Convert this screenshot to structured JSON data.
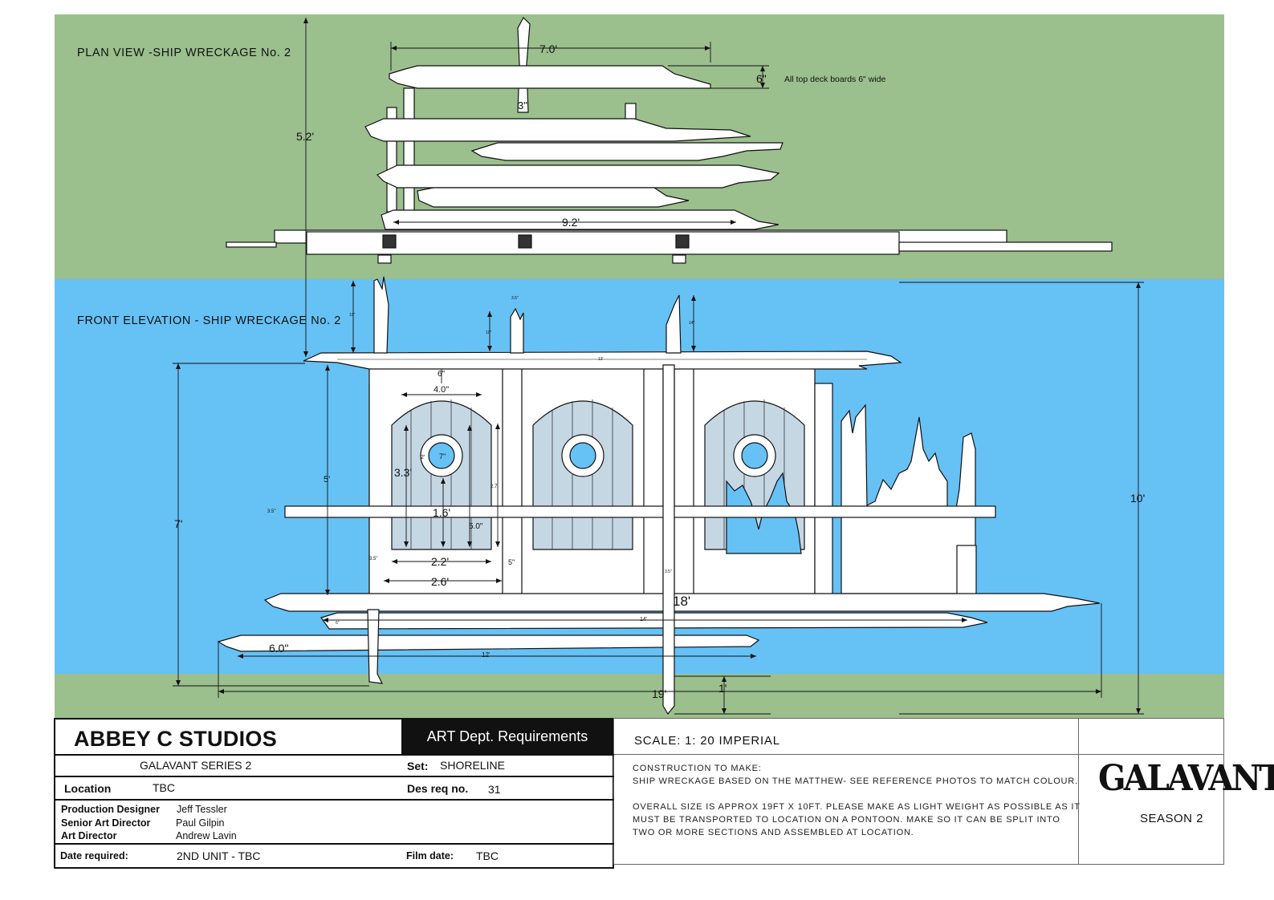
{
  "plan_view": {
    "title": "PLAN VIEW -SHIP WRECKAGE No. 2",
    "dims": {
      "width_top": "7.0'",
      "board_width": "6\"",
      "board_note": "All top deck boards 6\" wide",
      "gap": "3\"",
      "depth": "5.2'",
      "width_base": "9.2'"
    }
  },
  "front_elevation": {
    "title": "FRONT ELEVATION - SHIP WRECKAGE No. 2",
    "dims": {
      "post_top_left": "10\"",
      "post_small_1": "3.5\"",
      "post_small_2": "10\"",
      "post_right": "14\"",
      "top_beam": "13'",
      "beam_depth": "6\"",
      "arch_width": "4.0\"",
      "window_size": "7\"",
      "window_offset": "2'",
      "panel_height": "3.3'",
      "window_height": "1.6'",
      "panel_inner": "5.0\"",
      "panel_gap": "2.7'",
      "door_inner": "2.2'",
      "door_outer": "2.6'",
      "stile": "5\"",
      "rail_left": "3.5\"",
      "rail_mid": "3.5\"",
      "side_plank": "3.5\"",
      "wall_height": "5'",
      "total_height_left": "7'",
      "total_height_right": "10'",
      "deck_length": "18'",
      "lower_beam": "14'",
      "lower_gap": "6\"",
      "plank_width": "6.0\"",
      "bottom_plank": "12'",
      "overall_width": "19'",
      "ground": "1'"
    }
  },
  "title_block": {
    "studio": "ABBEY C STUDIOS",
    "department": "ART Dept. Requirements",
    "series": "GALAVANT SERIES 2",
    "set_label": "Set:",
    "set_value": "SHORELINE",
    "location_label": "Location",
    "location_value": "TBC",
    "desreq_label": "Des req no.",
    "desreq_value": "31",
    "crew": [
      {
        "role": "Production Designer",
        "name": "Jeff Tessler"
      },
      {
        "role": "Senior Art Director",
        "name": "Paul Gilpin"
      },
      {
        "role": "Art Director",
        "name": "Andrew Lavin"
      }
    ],
    "date_label": "Date required:",
    "date_value": "2ND UNIT - TBC",
    "film_label": "Film date:",
    "film_value": "TBC",
    "scale": "SCALE: 1: 20 IMPERIAL",
    "notes": [
      "CONSTRUCTION TO MAKE:",
      "SHIP WRECKAGE BASED ON THE MATTHEW- SEE REFERENCE PHOTOS TO MATCH COLOUR.",
      "",
      "OVERALL SIZE IS APPROX 19FT X 10FT. PLEASE MAKE AS LIGHT WEIGHT AS POSSIBLE AS IT",
      "MUST BE TRANSPORTED TO LOCATION ON A PONTOON. MAKE SO IT CAN BE SPLIT INTO",
      "TWO OR MORE SECTIONS AND ASSEMBLED AT LOCATION."
    ],
    "logo": "GALAVANT",
    "season": "SEASON 2"
  },
  "colors": {
    "grass": "#9bbf8d",
    "water": "#66c1f5",
    "panel": "#c6d7e4",
    "wood": "#ffffff",
    "ink": "#111111"
  }
}
